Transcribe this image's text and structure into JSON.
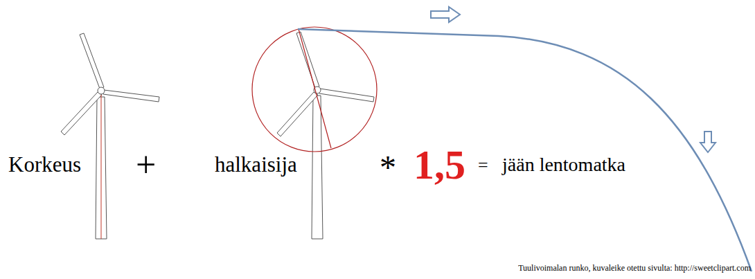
{
  "diagram": {
    "labels": [
      "Korkeus",
      "+",
      "halkaisija",
      "*",
      "1,5",
      "=",
      "jään lentomatka",
      "Tuulivoimalan runko, kuvaleike otettu sivulta: http://sweetclipart.com"
    ]
  }
}
